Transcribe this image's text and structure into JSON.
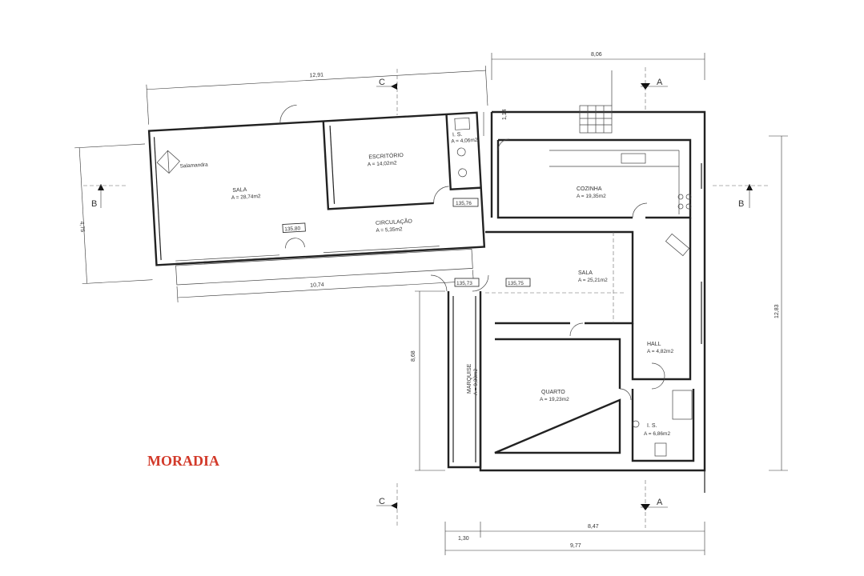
{
  "title": "MORADIA",
  "rooms": {
    "sala_left": {
      "name": "SALA",
      "area": "A = 28,74m2"
    },
    "escritorio": {
      "name": "ESCRITÓRIO",
      "area": "A = 14,02m2"
    },
    "is_top": {
      "name": "I. S.",
      "area": "A = 4,06m2"
    },
    "circulacao": {
      "name": "CIRCULAÇÃO",
      "area": "A = 5,35m2"
    },
    "cozinha": {
      "name": "COZINHA",
      "area": "A = 19,35m2"
    },
    "sala_right": {
      "name": "SALA",
      "area": "A = 25,21m2"
    },
    "hall": {
      "name": "HALL",
      "area": "A = 4,82m2"
    },
    "quarto": {
      "name": "QUARTO",
      "area": "A = 19,23m2"
    },
    "is_bottom": {
      "name": "I. S.",
      "area": "A = 6,86m2"
    },
    "marquise": {
      "name": "MARQUISE",
      "area": "A = 9,30m2"
    }
  },
  "salamandra": "Salamandra",
  "levels": {
    "l1": "135,80",
    "l2": "135,76",
    "l3": "135,73",
    "l4": "135,75"
  },
  "dimensions": {
    "top_left": "12,91",
    "top_right": "8,06",
    "small_114": "1,14",
    "left_475": "4,75",
    "bottom_left": "10,74",
    "left_868": "8,68",
    "right_1283": "12,83",
    "bottom_130": "1,30",
    "bottom_847": "8,47",
    "bottom_977": "9,77"
  },
  "sections": {
    "a_top": "A",
    "a_bottom": "A",
    "b_left": "B",
    "b_right": "B",
    "c_top": "C",
    "c_bottom": "C"
  }
}
